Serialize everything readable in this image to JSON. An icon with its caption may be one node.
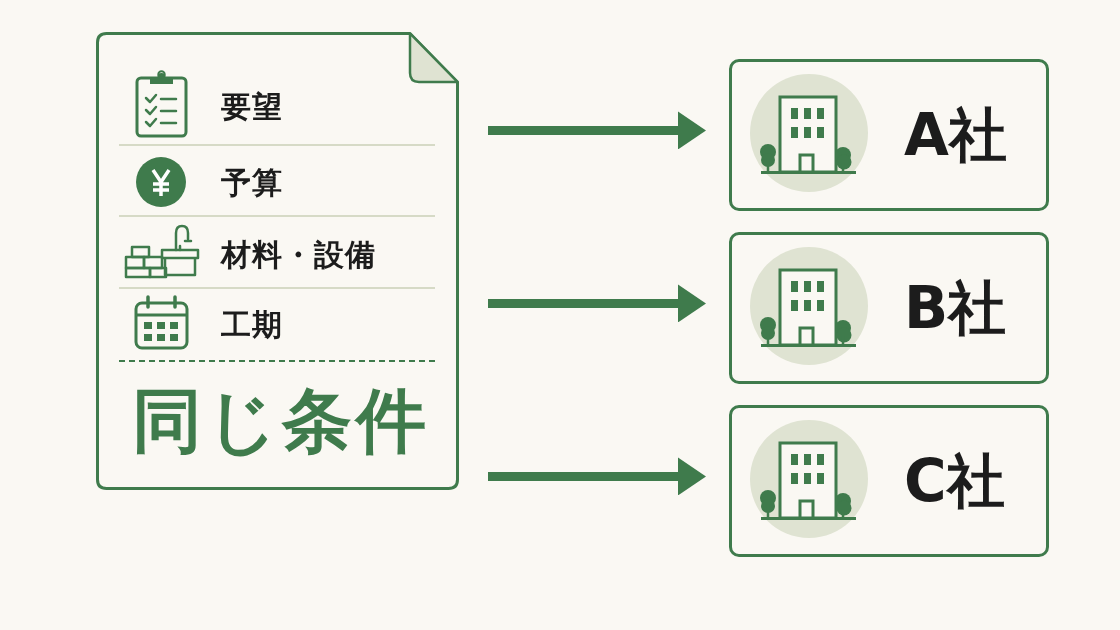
{
  "diagram": {
    "nodes": [
      {
        "text": [
          "要望",
          "予算",
          "材料・設備",
          "工期",
          "同じ条件"
        ]
      },
      {
        "text": [
          "A社"
        ]
      },
      {
        "text": [
          "B社"
        ]
      },
      {
        "text": [
          "C社"
        ]
      }
    ],
    "edges": [
      {
        "from": 0,
        "to": 1,
        "arrow": "to"
      },
      {
        "from": 0,
        "to": 2,
        "arrow": "to"
      },
      {
        "from": 0,
        "to": 3,
        "arrow": "to"
      }
    ]
  }
}
